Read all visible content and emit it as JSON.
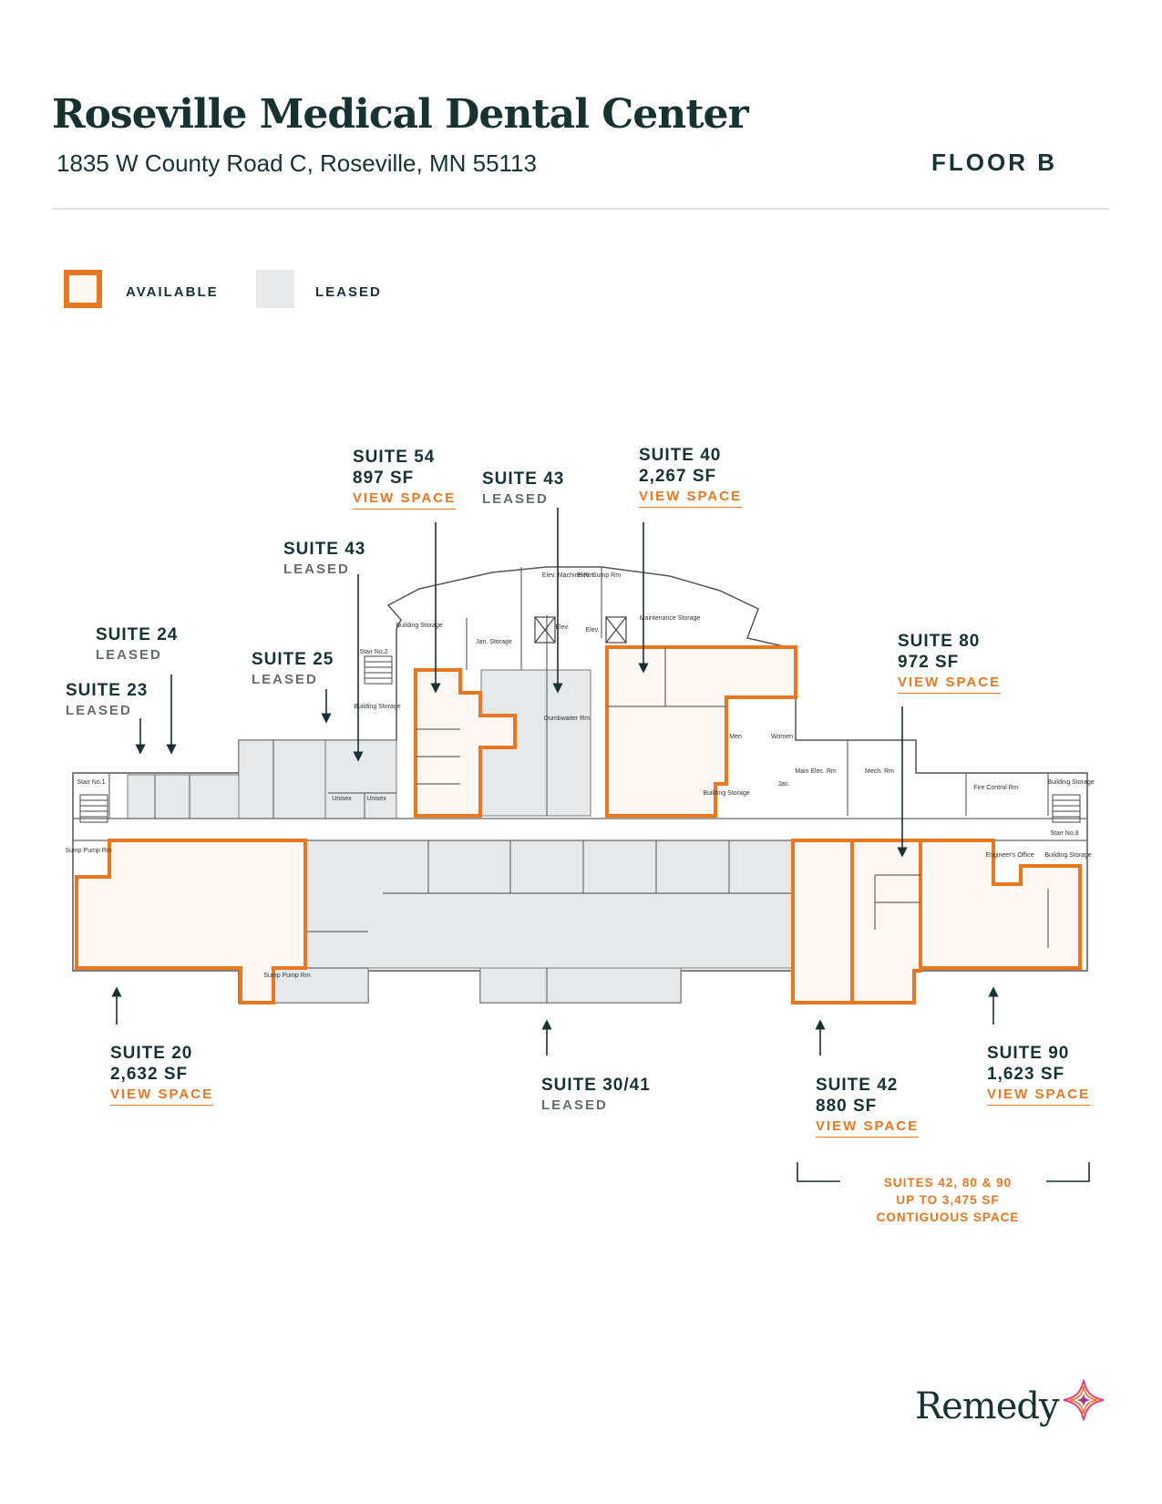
{
  "header": {
    "title": "Roseville Medical Dental Center",
    "address": "1835 W County Road C, Roseville, MN 55113",
    "floor": "FLOOR B"
  },
  "legend": {
    "available": "AVAILABLE",
    "leased": "LEASED"
  },
  "colors": {
    "available_stroke": "#e87722",
    "available_fill": "#fdf7f3",
    "leased_fill": "#e7e8ea",
    "text": "#163232",
    "muted": "#666b6b"
  },
  "suites": {
    "s54": {
      "name": "SUITE 54",
      "sf": "897 SF",
      "link": "VIEW SPACE"
    },
    "s43a": {
      "name": "SUITE 43",
      "status": "LEASED"
    },
    "s40": {
      "name": "SUITE 40",
      "sf": "2,267 SF",
      "link": "VIEW SPACE"
    },
    "s43b": {
      "name": "SUITE 43",
      "status": "LEASED"
    },
    "s24": {
      "name": "SUITE 24",
      "status": "LEASED"
    },
    "s25": {
      "name": "SUITE 25",
      "status": "LEASED"
    },
    "s23": {
      "name": "SUITE 23",
      "status": "LEASED"
    },
    "s80": {
      "name": "SUITE 80",
      "sf": "972 SF",
      "link": "VIEW SPACE"
    },
    "s20": {
      "name": "SUITE 20",
      "sf": "2,632 SF",
      "link": "VIEW SPACE"
    },
    "s3041": {
      "name": "SUITE 30/41",
      "status": "LEASED"
    },
    "s42": {
      "name": "SUITE 42",
      "sf": "880 SF",
      "link": "VIEW SPACE"
    },
    "s90": {
      "name": "SUITE 90",
      "sf": "1,623 SF",
      "link": "VIEW SPACE"
    }
  },
  "contiguous": {
    "line1": "SUITES 42, 80 & 90",
    "line2": "UP TO 3,475 SF",
    "line3": "CONTIGUOUS SPACE"
  },
  "rooms": {
    "elev_machine": "Elev. Machine Rm",
    "elev_sump": "Elev. Sump Rm",
    "building_storage_top": "Building Storage",
    "jan_storage": "Jan. Storage",
    "elev1": "Elev.",
    "elev2": "Elev.",
    "maintenance_storage": "Maintenance Storage",
    "stair2": "Stair No.2",
    "building_storage_left": "Building Storage",
    "stair1": "Stair No.1",
    "unisex1": "Unisex",
    "unisex2": "Unisex",
    "dumbwaiter": "Dumbwaiter Rm",
    "men": "Men",
    "women": "Women",
    "jan": "Jan.",
    "building_storage_mid": "Building Storage",
    "main_elec": "Main Elec. Rm",
    "mech": "Mech. Rm",
    "fire_control": "Fire Control Rm",
    "building_storage_right": "Building Storage",
    "stair3": "Stair No.3",
    "engineers_office": "Engineer's Office",
    "building_storage_far": "Building Storage",
    "sump_pump_left": "Sump Pump Rm",
    "sump_pump_bottom": "Sump Pump Rm"
  },
  "brand": {
    "name": "Remedy",
    "icon": "remedy-star-icon"
  }
}
